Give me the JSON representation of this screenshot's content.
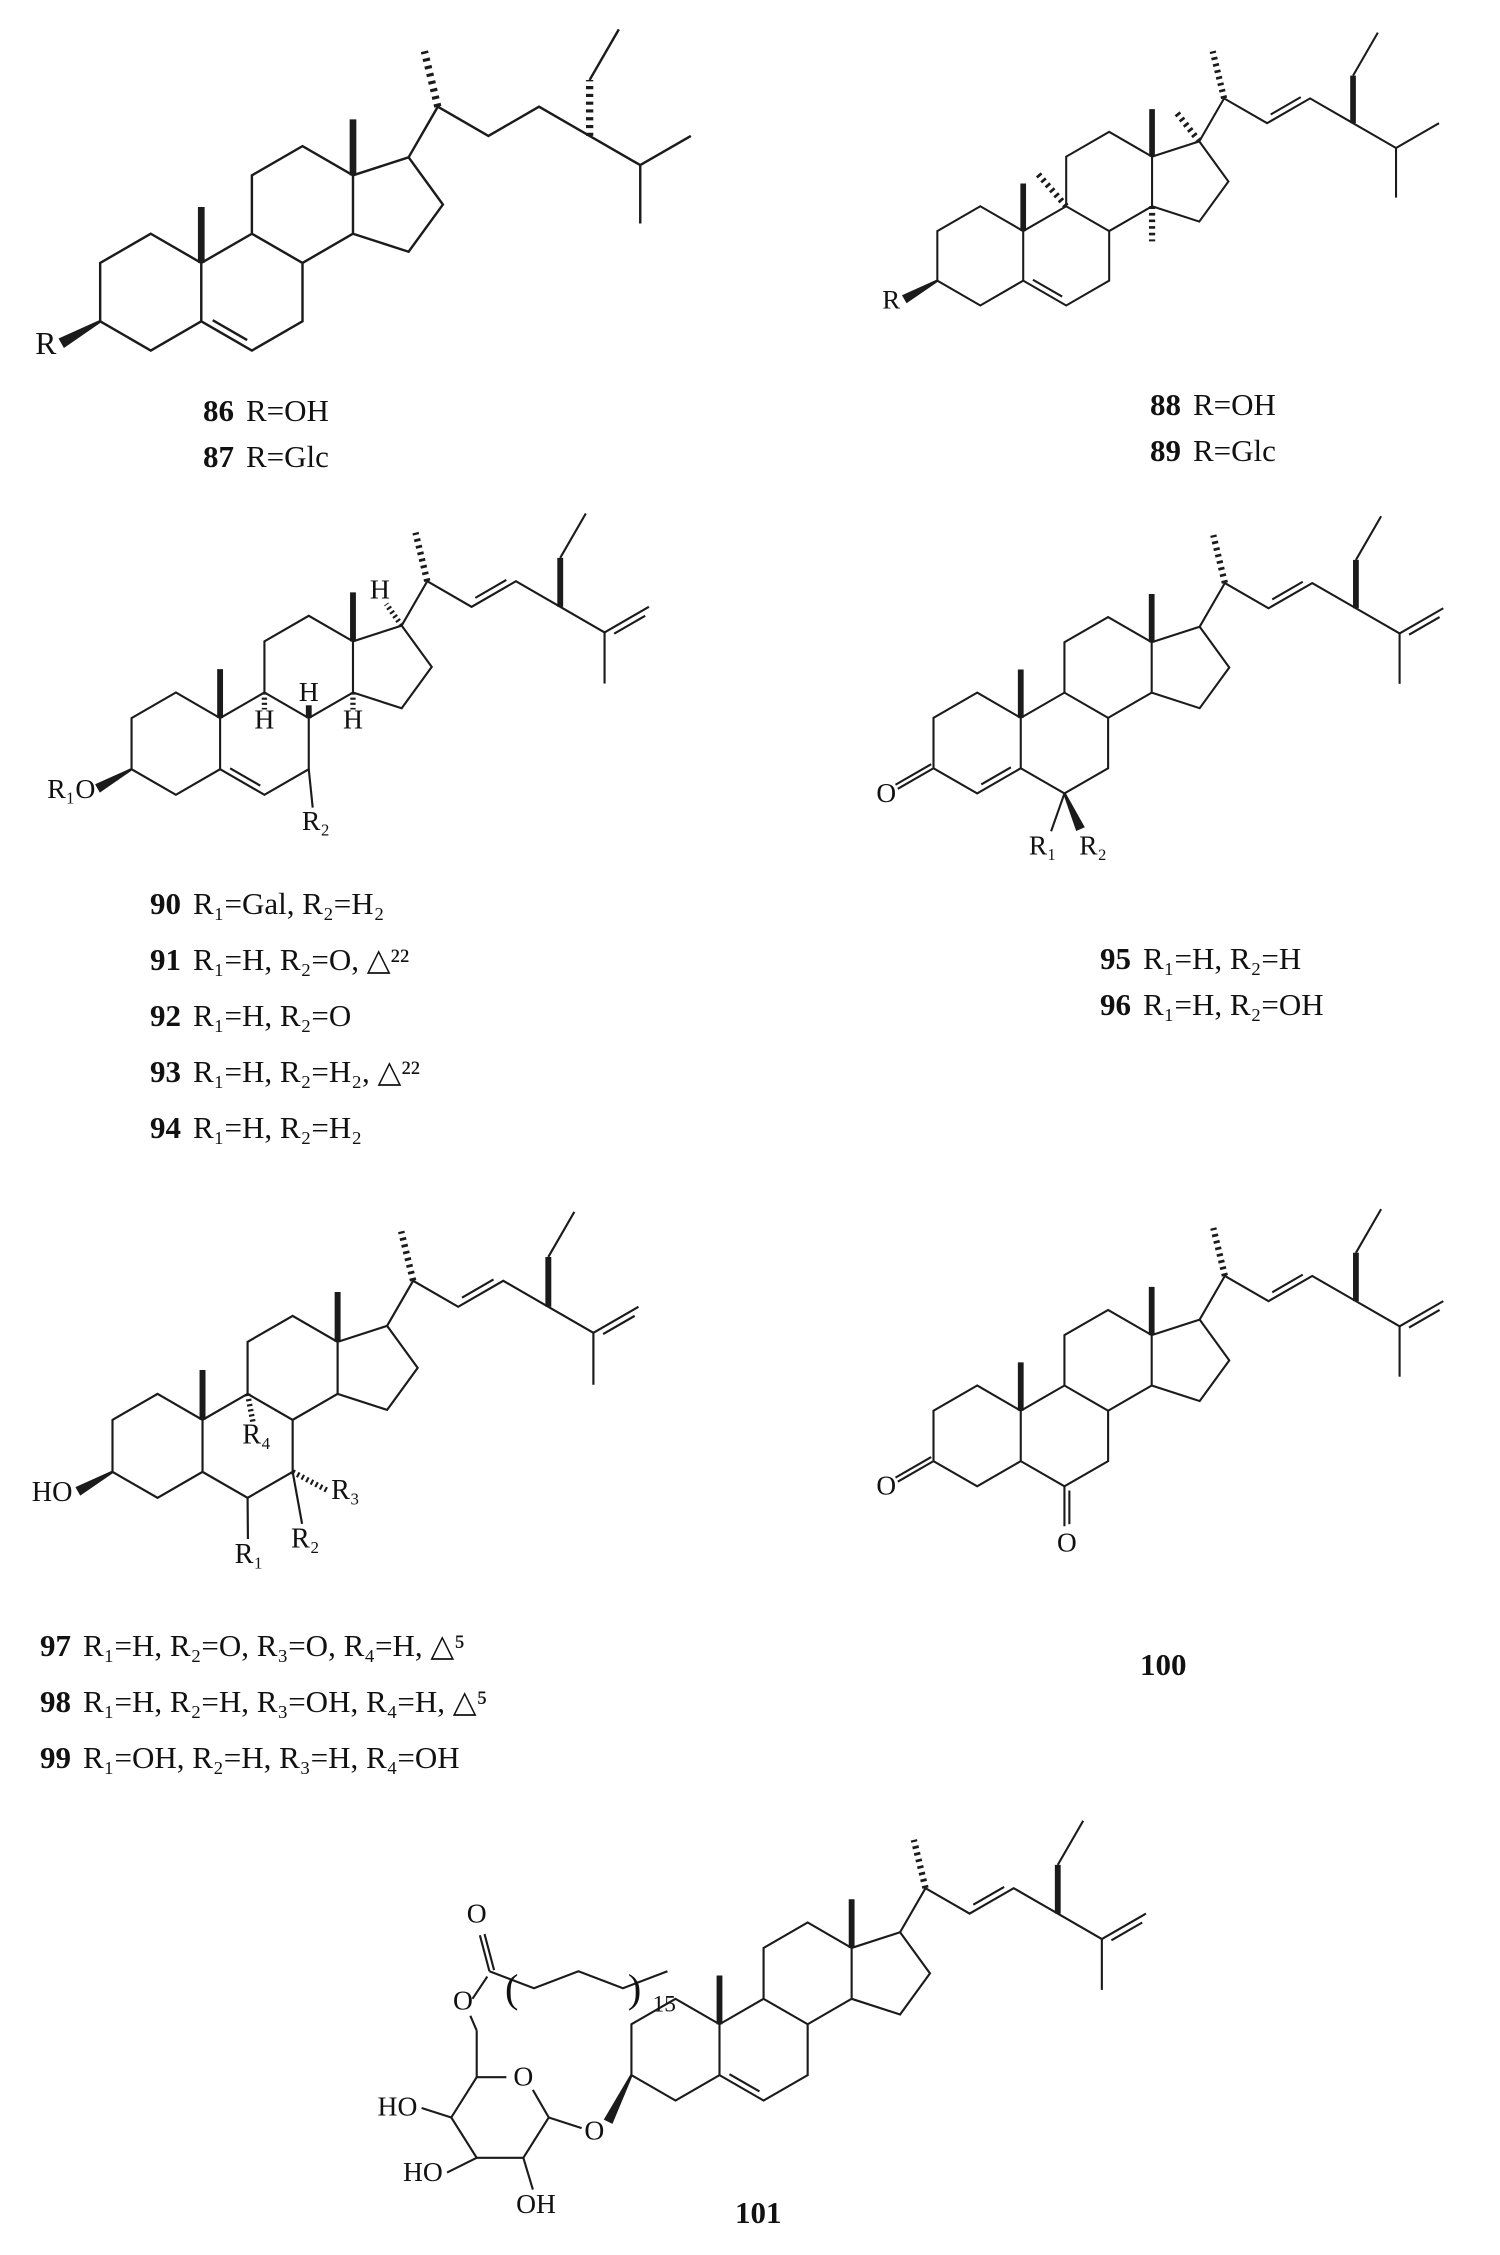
{
  "compound_labels": {
    "group1": [
      {
        "num": "86",
        "rest": "R=OH"
      },
      {
        "num": "87",
        "rest": "R=Glc"
      }
    ],
    "group2": [
      {
        "num": "88",
        "rest": "R=OH"
      },
      {
        "num": "89",
        "rest": "R=Glc"
      }
    ],
    "group3": [
      {
        "num": "90",
        "rest": "R₁=Gal, R₂=H₂"
      },
      {
        "num": "91",
        "rest": "R₁=H, R₂=O, △²²"
      },
      {
        "num": "92",
        "rest": "R₁=H, R₂=O"
      },
      {
        "num": "93",
        "rest": "R₁=H, R₂=H₂, △²²"
      },
      {
        "num": "94",
        "rest": "R₁=H, R₂=H₂"
      }
    ],
    "group4": [
      {
        "num": "95",
        "rest": "R₁=H, R₂=H"
      },
      {
        "num": "96",
        "rest": "R₁=H, R₂=OH"
      }
    ],
    "group5": [
      {
        "num": "97",
        "rest": "R₁=H, R₂=O, R₃=O, R₄=H, △⁵"
      },
      {
        "num": "98",
        "rest": "R₁=H, R₂=H, R₃=OH, R₄=H, △⁵"
      },
      {
        "num": "99",
        "rest": "R₁=OH, R₂=H, R₃=H, R₄=OH"
      }
    ],
    "group6": [
      {
        "num": "100",
        "rest": ""
      }
    ],
    "group7": [
      {
        "num": "101",
        "rest": ""
      }
    ]
  },
  "atoms": {
    "R": "R",
    "R1O": "R₁O",
    "R1": "R₁",
    "R2": "R₂",
    "R3": "R₃",
    "R4": "R₄",
    "H": "H",
    "O": "O",
    "HO": "HO",
    "OH": "OH",
    "n15": "15",
    "lparen": "(",
    "rparen": ")"
  }
}
